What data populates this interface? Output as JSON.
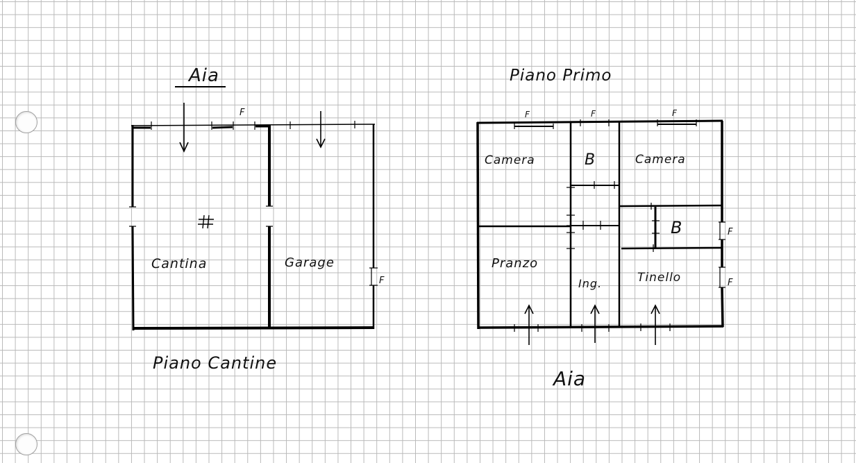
{
  "plan_cantine": {
    "top_label": "Aia",
    "bottom_label": "Piano Cantine",
    "rooms": {
      "cantina": "Cantina",
      "garage": "Garage"
    },
    "window_labels": {
      "top": "F",
      "right": "F"
    }
  },
  "plan_primo": {
    "title": "Piano Primo",
    "bottom_label": "Aia",
    "rooms": {
      "camera_left": "Camera",
      "bagno_top": "B",
      "camera_right": "Camera",
      "bagno_mid": "B",
      "pranzo": "Pranzo",
      "ingresso": "Ing.",
      "tinello": "Tinello"
    },
    "window_labels": {
      "top_1": "F",
      "top_2": "F",
      "top_3": "F",
      "right_1": "F",
      "right_2": "F"
    }
  }
}
